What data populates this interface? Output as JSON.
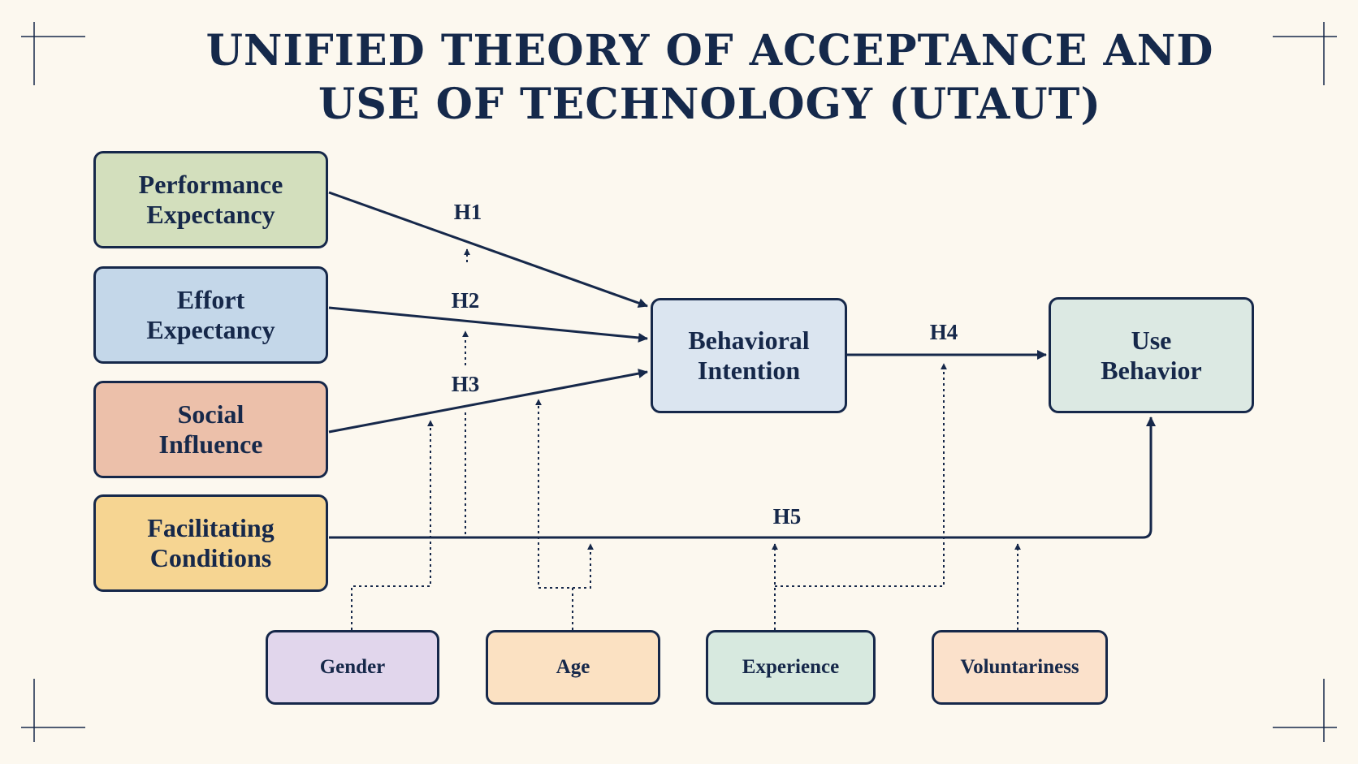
{
  "title": {
    "line1": "UNIFIED THEORY OF ACCEPTANCE AND",
    "line2": "USE OF TECHNOLOGY (UTAUT)"
  },
  "colors": {
    "background": "#fcf8ef",
    "ink": "#16284a",
    "performance": "#d3dfbd",
    "effort": "#c4d7e9",
    "social": "#ecc0aa",
    "facilitating": "#f6d592",
    "intention": "#dbe5f0",
    "use_behavior": "#dce9e3",
    "gender": "#e1d6ec",
    "age": "#fbe1c2",
    "experience": "#d7e9df",
    "voluntariness": "#fbe1cb"
  },
  "constructs": {
    "performance": {
      "line1": "Performance",
      "line2": "Expectancy"
    },
    "effort": {
      "line1": "Effort",
      "line2": "Expectancy"
    },
    "social": {
      "line1": "Social",
      "line2": "Influence"
    },
    "facilitating": {
      "line1": "Facilitating",
      "line2": "Conditions"
    },
    "intention": {
      "line1": "Behavioral",
      "line2": "Intention"
    },
    "use_behavior": {
      "line1": "Use",
      "line2": "Behavior"
    }
  },
  "moderators": {
    "gender": "Gender",
    "age": "Age",
    "experience": "Experience",
    "voluntariness": "Voluntariness"
  },
  "hypotheses": {
    "h1": "H1",
    "h2": "H2",
    "h3": "H3",
    "h4": "H4",
    "h5": "H5"
  }
}
